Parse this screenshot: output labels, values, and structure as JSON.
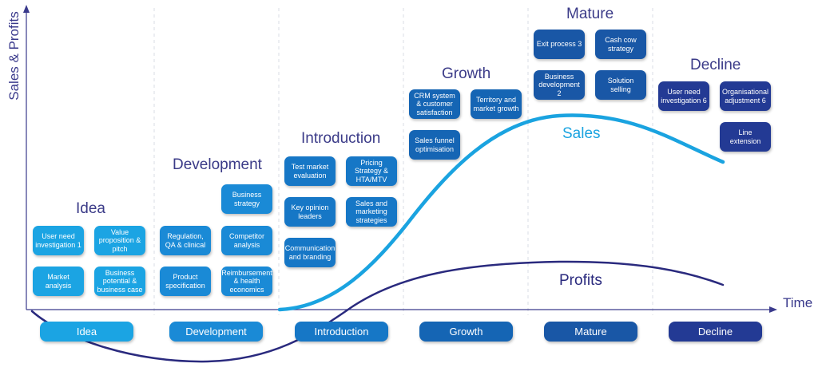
{
  "axes": {
    "y_label": "Sales & Profits",
    "x_label": "Time"
  },
  "stage_titles": [
    "Idea",
    "Development",
    "Introduction",
    "Growth",
    "Mature",
    "Decline"
  ],
  "curve_labels": {
    "sales": "Sales",
    "profits": "Profits"
  },
  "boxes": {
    "idea": [
      "User need investigation 1",
      "Value proposition & pitch",
      "Market analysis",
      "Business potential & business case"
    ],
    "development": [
      "Business strategy",
      "Regulation, QA & clinical",
      "Competitor analysis",
      "Product specification",
      "Reimbursement & health economics"
    ],
    "introduction": [
      "Test market evaluation",
      "Pricing Strategy & HTA/MTV",
      "Key opinion leaders",
      "Sales and marketing strategies",
      "Communication and branding"
    ],
    "growth": [
      "CRM system & customer satisfaction",
      "Territory and market growth",
      "Sales funnel optimisation"
    ],
    "mature": [
      "Exit process 3",
      "Cash cow strategy",
      "Business development 2",
      "Solution selling"
    ],
    "decline": [
      "User need investigation 6",
      "Organisational adjustment 6",
      "Line extension"
    ]
  },
  "timeline": [
    "Idea",
    "Development",
    "Introduction",
    "Growth",
    "Mature",
    "Decline"
  ],
  "colors": {
    "axis": "#3a3a8c",
    "sales_curve": "#1aa3e0",
    "profits_curve": "#2a2a7e",
    "stage1": "#1ba4e3",
    "stage2": "#1a8ad6",
    "stage3": "#1677c6",
    "stage4": "#1565b4",
    "stage5": "#1957a6",
    "stage6": "#233a94"
  }
}
